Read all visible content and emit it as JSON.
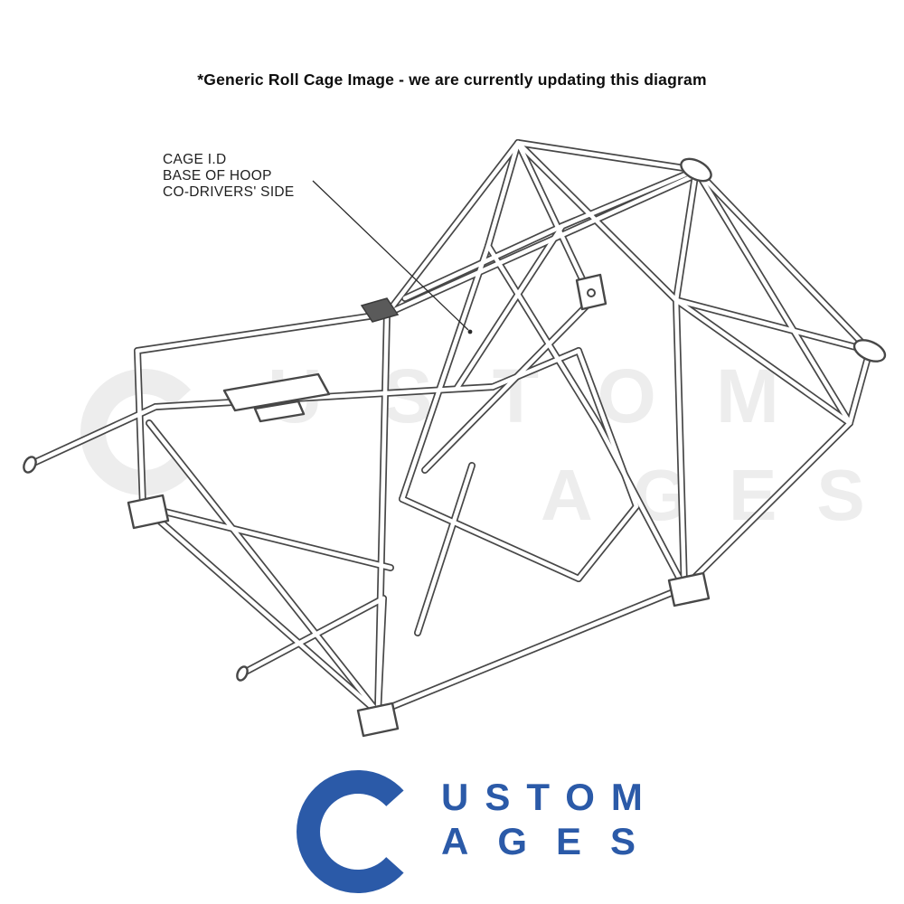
{
  "header": {
    "note": "*Generic Roll Cage Image - we are currently updating this diagram"
  },
  "annotation": {
    "lines": [
      "CAGE I.D",
      "BASE OF HOOP",
      "CO-DRIVERS' SIDE"
    ]
  },
  "watermark": {
    "initial": "C",
    "row_top": "USTOM",
    "row_bottom": "AGES",
    "color": "#ededed"
  },
  "logo": {
    "brand": "CUSTOM CAGES",
    "initial": "C",
    "row_top": "USTOM",
    "row_bottom": "AGES",
    "color": "#2b5aa8"
  },
  "colors": {
    "background": "#ffffff",
    "diagram_stroke": "#474747",
    "logo_blue": "#2b5aa8",
    "watermark_gray": "#ededed"
  }
}
